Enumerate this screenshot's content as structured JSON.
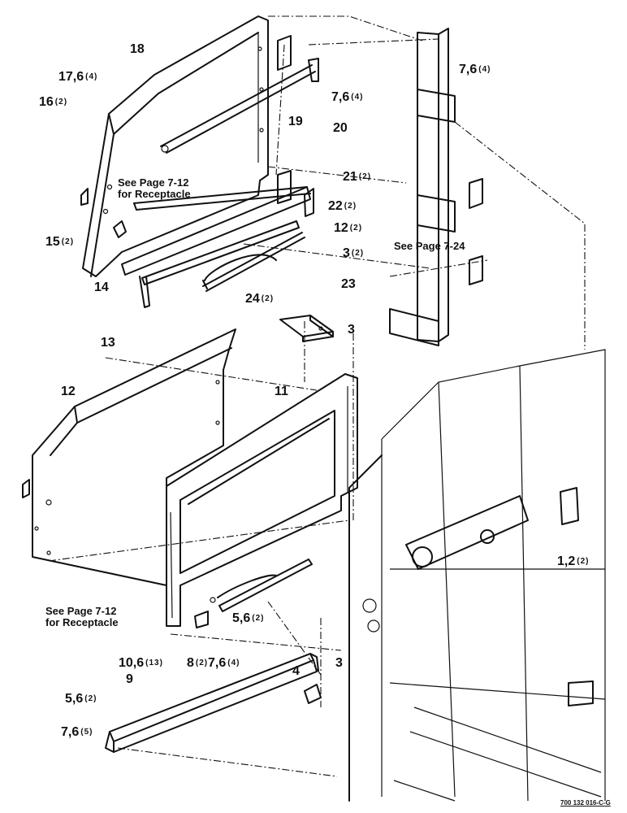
{
  "callouts": [
    {
      "num": "18",
      "qty": ""
    },
    {
      "num": "17,6",
      "qty": "(4)"
    },
    {
      "num": "16",
      "qty": "(2)"
    },
    {
      "num": "7,6",
      "qty": "(4)"
    },
    {
      "num": "19",
      "qty": ""
    },
    {
      "num": "7,6",
      "qty": "(4)"
    },
    {
      "num": "20",
      "qty": ""
    },
    {
      "num": "21",
      "qty": "(2)"
    },
    {
      "num": "22",
      "qty": "(2)"
    },
    {
      "num": "12",
      "qty": "(2)"
    },
    {
      "num": "3",
      "qty": "(2)"
    },
    {
      "num": "15",
      "qty": "(2)"
    },
    {
      "num": "14",
      "qty": ""
    },
    {
      "num": "24",
      "qty": "(2)"
    },
    {
      "num": "23",
      "qty": ""
    },
    {
      "num": "3",
      "qty": ""
    },
    {
      "num": "13",
      "qty": ""
    },
    {
      "num": "12",
      "qty": ""
    },
    {
      "num": "11",
      "qty": ""
    },
    {
      "num": "1,2",
      "qty": "(2)"
    },
    {
      "num": "5,6",
      "qty": "(2)"
    },
    {
      "num": "10,6",
      "qty": "(13)"
    },
    {
      "num": "8",
      "qty": "(2)"
    },
    {
      "num": "7,6",
      "qty": "(4)"
    },
    {
      "num": "4",
      "qty": ""
    },
    {
      "num": "3",
      "qty": ""
    },
    {
      "num": "9",
      "qty": ""
    },
    {
      "num": "5,6",
      "qty": "(2)"
    },
    {
      "num": "7,6",
      "qty": "(5)"
    }
  ],
  "notes": {
    "receptacle_top_line1": "See Page 7-12",
    "receptacle_top_line2": "for Receptacle",
    "page_724": "See Page 7-24",
    "receptacle_bottom_line1": "See Page 7-12",
    "receptacle_bottom_line2": "for Receptacle"
  },
  "figure_id": "700 132 016-C-G"
}
